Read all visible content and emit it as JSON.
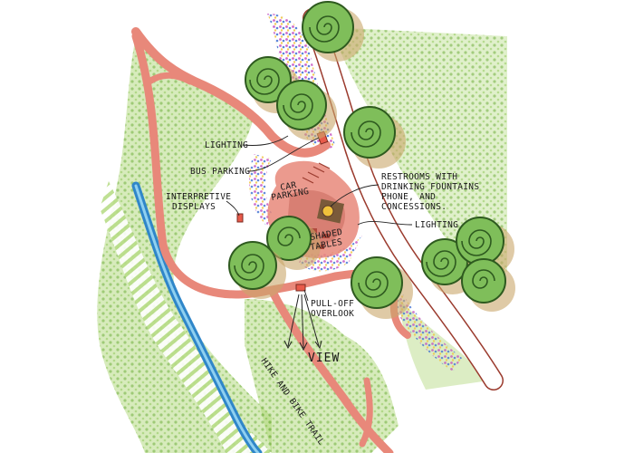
{
  "labels": {
    "lighting_left": "LIGHTING",
    "bus_parking": "BUS PARKING",
    "interpretive_1": "INTERPRETIVE",
    "interpretive_2": "DISPLAYS",
    "car_1": "CAR",
    "car_2": "PARKING",
    "restrooms_1": "RESTROOMS WITH",
    "restrooms_2": "DRINKING FOUNTAINS",
    "restrooms_3": "PHONE, AND",
    "restrooms_4": "CONCESSIONS.",
    "lighting_right": "LIGHTING",
    "shaded_1": "SHADED",
    "shaded_2": "TABLES",
    "pulloff_1": "PULL-OFF",
    "pulloff_2": "OVERLOOK",
    "view": "VIEW",
    "trail": "HIKE AND BIKE TRAIL"
  },
  "colors": {
    "paper": "#ffffff",
    "grass": "#a7d36b",
    "grass_dark": "#6fae3c",
    "road": "#e8887a",
    "road_edge": "#9b3b2e",
    "tree": "#7fbe5a",
    "tree_shadow": "#c9a76a",
    "river": "#2f86c9",
    "river_light": "#8fd0f0",
    "flowers": "#c44fbf"
  }
}
